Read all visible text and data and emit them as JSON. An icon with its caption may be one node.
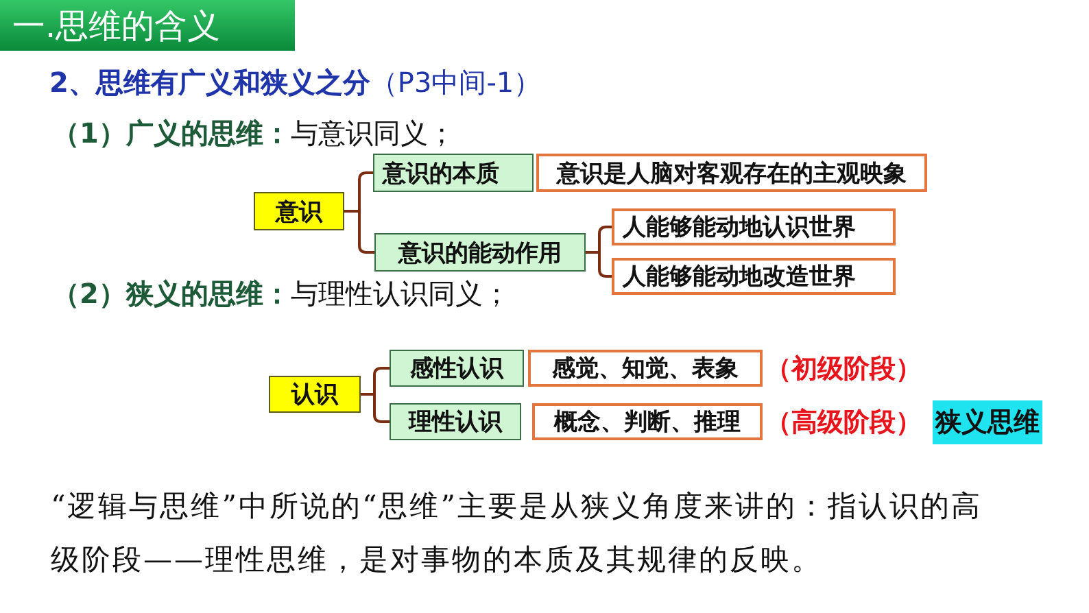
{
  "diagram": {
    "title": "一.思维的含义",
    "nodes": [
      {
        "text": [
          "意识"
        ]
      },
      {
        "text": [
          "意识的本质"
        ]
      },
      {
        "text": [
          "意识是人脑对客观存在的主观映象"
        ]
      },
      {
        "text": [
          "意识的能动作用"
        ]
      },
      {
        "text": [
          "人能够能动地认识世界"
        ]
      },
      {
        "text": [
          "人能够能动地改造世界"
        ]
      },
      {
        "text": [
          "认识"
        ]
      },
      {
        "text": [
          "感性认识"
        ]
      },
      {
        "text": [
          "感觉、知觉、表象"
        ],
        "beside": [
          "（初级阶段）"
        ]
      },
      {
        "text": [
          "理性认识"
        ]
      },
      {
        "text": [
          "概念、判断、推理"
        ],
        "beside": [
          "（高级阶段）",
          "狭义思维"
        ]
      }
    ],
    "edges": [
      {
        "from": 0,
        "to": 1,
        "arrow": "none"
      },
      {
        "from": 0,
        "to": 3,
        "arrow": "none"
      },
      {
        "from": 3,
        "to": 4,
        "arrow": "none"
      },
      {
        "from": 3,
        "to": 5,
        "arrow": "none"
      },
      {
        "from": 6,
        "to": 7,
        "arrow": "none"
      },
      {
        "from": 6,
        "to": 9,
        "arrow": "none"
      }
    ],
    "labels": [
      "**2、思维有广义和狭义之分**（P3中间-1）",
      "**（1）广义的思维：**与意识同义；",
      "**（2）狭义的思维：**与理性认识同义；",
      "“逻辑与思维”中所说的“思维”主要是从狭义角度来讲的：指认识的高级阶段——理性思维，是对事物的本质及其规律的反映。"
    ]
  }
}
